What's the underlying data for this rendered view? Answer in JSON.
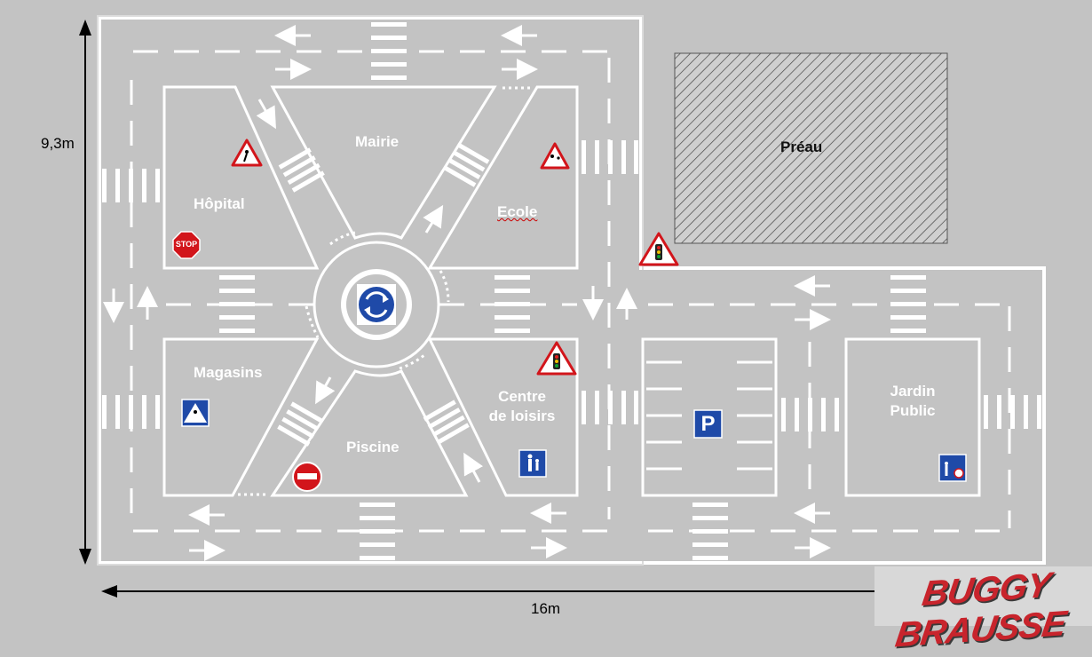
{
  "map": {
    "dimensions": {
      "height_label": "9,3m",
      "width_label": "16m"
    },
    "zones": {
      "mairie": "Mairie",
      "hopital": "Hôpital",
      "ecole": "Ecole",
      "magasins": "Magasins",
      "piscine": "Piscine",
      "centre_line1": "Centre",
      "centre_line2": "de loisirs",
      "jardin_line1": "Jardin",
      "jardin_line2": "Public",
      "preau": "Préau"
    },
    "signs": {
      "stop_text": "STOP",
      "parking_text": "P"
    },
    "logo": "BUGGY BRAUSSE",
    "colors": {
      "ground": "#c3c3c3",
      "road": "#ffffff",
      "block": "#c3c3c3",
      "sign_red": "#d2151b",
      "sign_blue": "#1f4aa8",
      "logo_red": "#c8242c"
    }
  }
}
